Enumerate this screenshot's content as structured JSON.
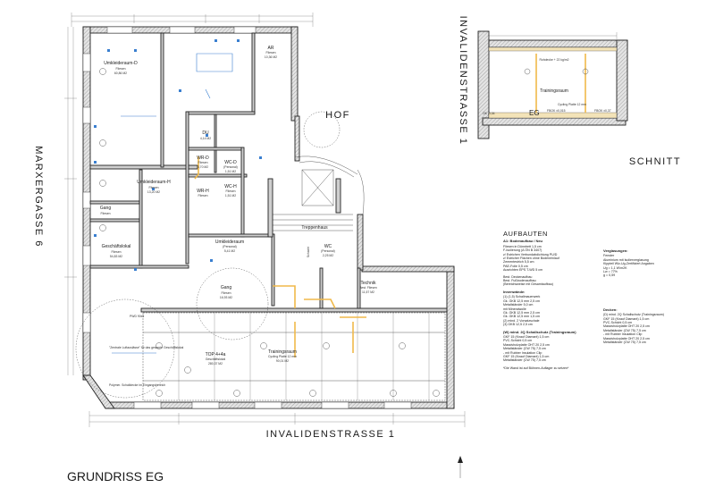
{
  "titles": {
    "plan": "GRUNDRISS EG",
    "section": "SCHNITT",
    "street_bottom": "INVALIDENSTRASSE 1",
    "street_left": "MARXERGASSE 6",
    "street_section": "INVALIDENSTRASSE 1",
    "courtyard": "HOF"
  },
  "rooms": [
    {
      "name": "Umkleideraum-D",
      "line2": "Fliesen",
      "line3": "60,86 M2"
    },
    {
      "name": "AR",
      "line2": "Fliesen",
      "line3": "10,36 M2"
    },
    {
      "name": "DU",
      "line2": "4,14 M2"
    },
    {
      "name": "WR-D",
      "line2": "Fliesen",
      "line3": "3,70 M2"
    },
    {
      "name": "WC-D",
      "line2": "(Personal)",
      "line3": "1,51 M2"
    },
    {
      "name": "WC-H",
      "line2": "Fliesen",
      "line3": "1,51 M2"
    },
    {
      "name": "Umkleideraum-H",
      "line2": "Fliesen",
      "line3": "13,20 M2"
    },
    {
      "name": "WR-H",
      "line2": "Fliesen"
    },
    {
      "name": "Gang",
      "line2": "Fliesen"
    },
    {
      "name": "Geschäftslokal",
      "line2": "Fliesen",
      "line3": "54,83 M2"
    },
    {
      "name": "Umkleideraum",
      "line2": "(Personal)",
      "line3": "5,41 M2"
    },
    {
      "name": "Treppenhaus"
    },
    {
      "name": "Schacht"
    },
    {
      "name": "WC",
      "line2": "(Personal)",
      "line3": "2,25 M2"
    },
    {
      "name": "Gang",
      "line2": "Fliesen",
      "line3": "16,93 M2"
    },
    {
      "name": "Technik",
      "line2": "Best. Fliesen",
      "line3": "11,57 M2"
    },
    {
      "name": "TOP 4+4a",
      "line2": "Geschäftslokal",
      "line3": "280,37 M2"
    },
    {
      "name": "Trainingsraum",
      "line2": "Cycling Platte 12 mm",
      "line3": "90,01 M2"
    }
  ],
  "section_labels": {
    "room": "Trainingsraum",
    "level": "EG",
    "fbok1": "FBOK ±0,015",
    "fbok2": "FBOK ±0,37",
    "ok": "OK  -0,34",
    "plate": "Cycling Platte 12 mm",
    "rohdecke": "Rohdecke + 22 kg/m2"
  },
  "notes": {
    "ziel": "\"Zentrale Luftauslässe\" für das gesamte Geschäftslokal",
    "pwd": "PWD 90x5",
    "mess": "Polymer. Schalldecke im Eingangsbereich"
  },
  "legend": {
    "title": "AUFBAUTEN",
    "left_heading": "A1: Bodenaufbau / Neu",
    "left_rows": [
      "Fliesen in Dünnbett  1,5 cm",
      "F-Isolierung (A ÖN B 3407)",
      "z/ Estrichen  Verbundabdichtung PU/D",
      "z/ Estricher Flächen  ohne Bodeneinlauf",
      "Zementestrich  5,5 cm",
      "PAE-Folie  0,5 cm",
      "Ausrichten  EPS T-WD  5 cm"
    ],
    "left_extra": [
      "Best. Deckenaufbau",
      "Best. Fußbodenaufbau",
      "(Bereichsweise mit Gesamtaufbau)"
    ],
    "inner_heading": "Innenwände:",
    "inner_rows": [
      "(1) (1,5) Schallmauerwerk",
      "Gk. GKB 12,5 mm  2,5 cm",
      "Metallständer  5,0 cm",
      "mit Mineralwolle",
      "Gk. GKB 12,5 mm  2,5 cm",
      "Gk. GKB 12,5 mm  1,5 cm",
      "(2) mind. 2 Vorsatzschale",
      "(3) GKB 12,5  2,5 cm"
    ],
    "third_heading": "(W)  mind. 2Q Schallschutz (Trainingsraum)",
    "third_rows": [
      "GKF 15 (Knauf Diamant)  1,5 cm",
      "PVC-Schicht  0,5 cm",
      "Massivholzplatte OHT 20  2,5 cm",
      "Metallständer (CW 75)  7,5 cm",
      "- mit Rubber Insulation Clip",
      "GKF 15 (Knauf Diamant)  1,5 cm",
      "Metallständer (CW 75)  7,5 cm"
    ],
    "footer": "*Die Wand ist auf Bühnen-Auflager zu setzen*",
    "right_heading": "Verglasungen:",
    "right_rows": [
      "Fenster",
      "Aluminium mit Isolierverglasung",
      "Kippteil Wlz-Ug-Zertifiziert Angaben",
      "Ug = 1,1 W/m2K",
      "Lw = 77%",
      "g = 0,59"
    ],
    "right_heading2": "Decken:",
    "right_rows2": [
      "(D)  mind. 2Q Schallschutz (Trainingsraum)",
      "GKF 15 (Knauf Diamant)  1,5 cm",
      "PVC-Schicht  0,5 cm",
      "Massivholzplatte OHT 20  2,5 cm",
      "Metallständer (CW 75)  7,5 cm",
      "- mit Rubber Insulation Clip",
      "Massivholzplatte OHT 20  2,5 cm",
      "Metallständer (CW 75)  7,5 cm"
    ]
  },
  "colors": {
    "wall": "#cfcfcf",
    "accent_blue": "#3a7fd0",
    "accent_orange": "#f0b94a"
  }
}
